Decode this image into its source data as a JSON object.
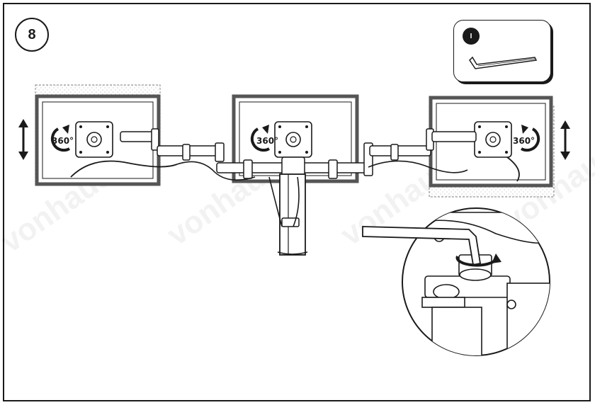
{
  "step": {
    "number": "8"
  },
  "tool": {
    "count_badge": "I",
    "icon": "hex-key-icon"
  },
  "monitors": {
    "left": {
      "rotation_label": "360°"
    },
    "center": {
      "rotation_label": "360°"
    },
    "right": {
      "rotation_label": "360°"
    }
  },
  "watermark": {
    "text": "vonhaus"
  },
  "colors": {
    "line": "#1a1a1a",
    "screen_border": "#555555",
    "dashed": "#9a9a9a"
  }
}
